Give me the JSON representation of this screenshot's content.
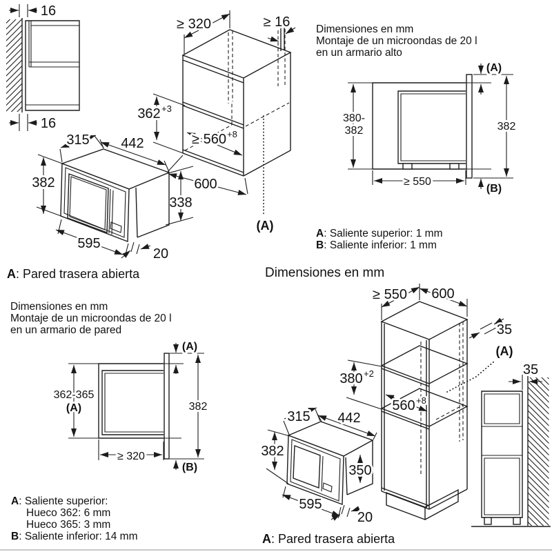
{
  "colors": {
    "line": "#1c1c1c",
    "background": "#ffffff",
    "bottom_rule": "#c9c9c9"
  },
  "wall_section": {
    "dim_top": "16",
    "dim_bottom": "16"
  },
  "cabinet_iso": {
    "dim_depth": "≥ 320",
    "dim_back_gap": "≥ 16",
    "dim_niche_height": "362",
    "dim_niche_height_sup": "+3",
    "dim_niche_width": "≥ 560",
    "dim_niche_width_sup": "+8",
    "dim_width": "600",
    "dim_below": "338",
    "label_a": "(A)"
  },
  "microwave_iso": {
    "dim_depth": "315",
    "dim_body_width": "442",
    "dim_height": "382",
    "dim_front_width": "595",
    "dim_overhang": "20"
  },
  "note_rear_wall_top": {
    "key": "A",
    "text": ": Pared trasera abierta"
  },
  "top_right": {
    "heading": [
      "Dimensiones en mm",
      "Montaje de un microondas de 20 l",
      "en un armario alto"
    ],
    "dim_niche_height_l1": "380-",
    "dim_niche_height_l2": "382",
    "dim_front_height": "382",
    "dim_depth": "≥ 550",
    "label_a": "(A)",
    "label_b": "(B)",
    "note_a_key": "A",
    "note_a": ": Saliente superior: 1 mm",
    "note_b_key": "B",
    "note_b": ": Saliente inferior: 1 mm"
  },
  "mid_left": {
    "heading": [
      "Dimensiones en mm",
      "Montaje de un microondas de 20 l",
      "en un armario de pared"
    ],
    "dim_niche_height": "362-365",
    "dim_niche_height_label": "(A)",
    "dim_front_height": "382",
    "dim_depth": "≥ 320",
    "label_a": "(A)",
    "label_b": "(B)",
    "note_a_key": "A",
    "note_a": ": Saliente superior:",
    "note_a2": "Hueco 362: 6 mm",
    "note_a3": "Hueco 365: 3 mm",
    "note_b_key": "B",
    "note_b": ": Saliente inferior: 14 mm"
  },
  "bottom_right": {
    "title": "Dimensiones en mm",
    "cabinet": {
      "dim_depth": "≥ 550",
      "dim_width": "600",
      "dim_back_gap": "35",
      "label_a": "(A)",
      "dim_niche_height": "380",
      "dim_niche_height_sup": "+2",
      "dim_niche_width": "560",
      "dim_niche_width_sup": "+8"
    },
    "microwave": {
      "dim_depth": "315",
      "dim_body_width": "442",
      "dim_height": "382",
      "dim_body_height": "350",
      "dim_front_width": "595",
      "dim_overhang": "20"
    },
    "side_view": {
      "dim_wall_gap": "35"
    },
    "note_key": "A",
    "note": ": Pared trasera abierta"
  }
}
